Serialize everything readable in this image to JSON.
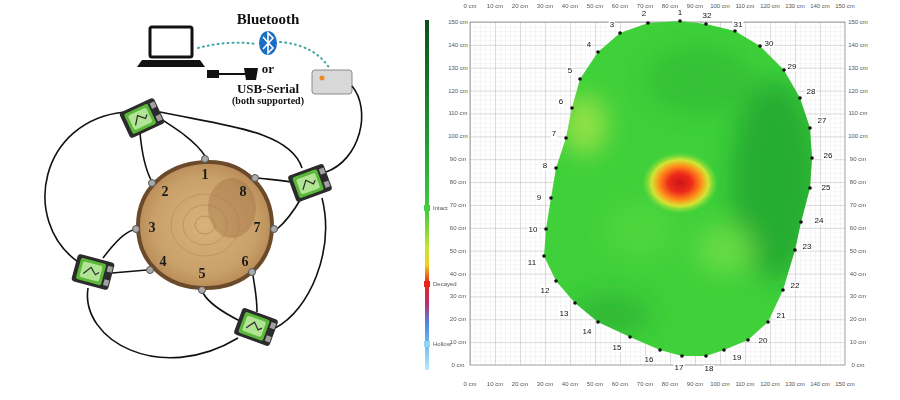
{
  "diagram": {
    "labels": [
      "Bluetooth",
      "or",
      "USB-Serial",
      "(both supported)",
      "1",
      "2",
      "3",
      "4",
      "5",
      "6",
      "7",
      "8",
      "1",
      "2",
      "3",
      "4",
      "5",
      "6",
      "7",
      "8",
      "9",
      "10",
      "11",
      "12",
      "13",
      "14",
      "15",
      "16",
      "17",
      "18",
      "19",
      "20",
      "21",
      "22",
      "23",
      "24",
      "25",
      "26",
      "27",
      "28",
      "29",
      "30",
      "31",
      "32",
      "0 cm",
      "10 cm",
      "20 cm",
      "30 cm",
      "40 cm",
      "50 cm",
      "60 cm",
      "70 cm",
      "80 cm",
      "90 cm",
      "100 cm",
      "110 cm",
      "120 cm",
      "130 cm",
      "140 cm",
      "150 cm",
      "0 cm",
      "10 cm",
      "20 cm",
      "30 cm",
      "40 cm",
      "50 cm",
      "60 cm",
      "70 cm",
      "80 cm",
      "90 cm",
      "100 cm",
      "110 cm",
      "120 cm",
      "130 cm",
      "140 cm",
      "150 cm",
      "150 cm",
      "140 cm",
      "130 cm",
      "120 cm",
      "110 cm",
      "100 cm",
      "90 cm",
      "80 cm",
      "70 cm",
      "60 cm",
      "50 cm",
      "40 cm",
      "30 cm",
      "20 cm",
      "10 cm",
      "0 cm",
      "150 cm",
      "140 cm",
      "130 cm",
      "120 cm",
      "110 cm",
      "100 cm",
      "90 cm",
      "80 cm",
      "70 cm",
      "60 cm",
      "50 cm",
      "40 cm",
      "30 cm",
      "20 cm",
      "10 cm",
      "0 cm"
    ],
    "legend": [
      {
        "text": "Intact",
        "color": "#45cc3f"
      },
      {
        "text": "Decayed",
        "color": "#e8231b"
      },
      {
        "text": "Hollow",
        "color": "#8fd8f0"
      }
    ]
  }
}
